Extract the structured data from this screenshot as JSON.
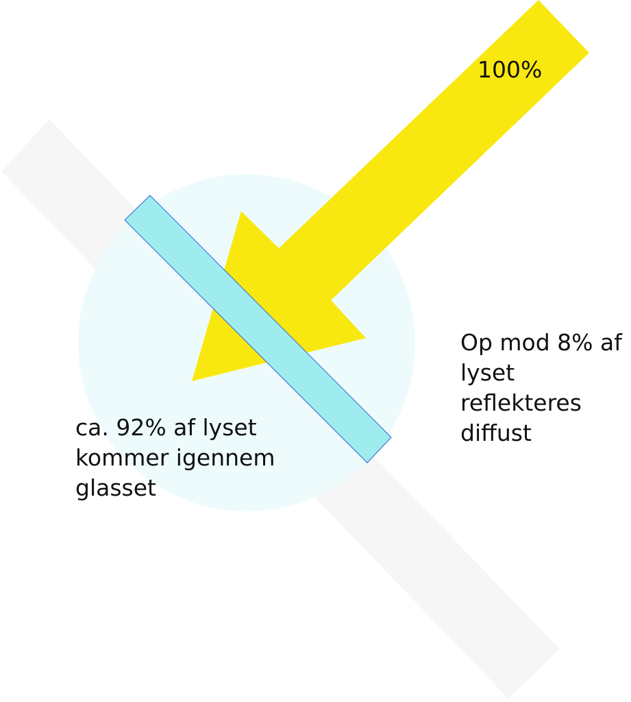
{
  "labels": {
    "incoming": "100%",
    "reflected": [
      "Op mod 8% af",
      "lyset",
      "reflekteres",
      "diffust"
    ],
    "transmitted": [
      "ca. 92% af lyset",
      "kommer igennem",
      "glasset"
    ]
  },
  "colors": {
    "light_arrow": "#f9e80f",
    "glass_pane": "#9eecee",
    "glass_edge": "#2f63d8",
    "diffuse_glow": "#eefbfd",
    "shadow_band": "#f6f6f6",
    "text": "#111111"
  }
}
